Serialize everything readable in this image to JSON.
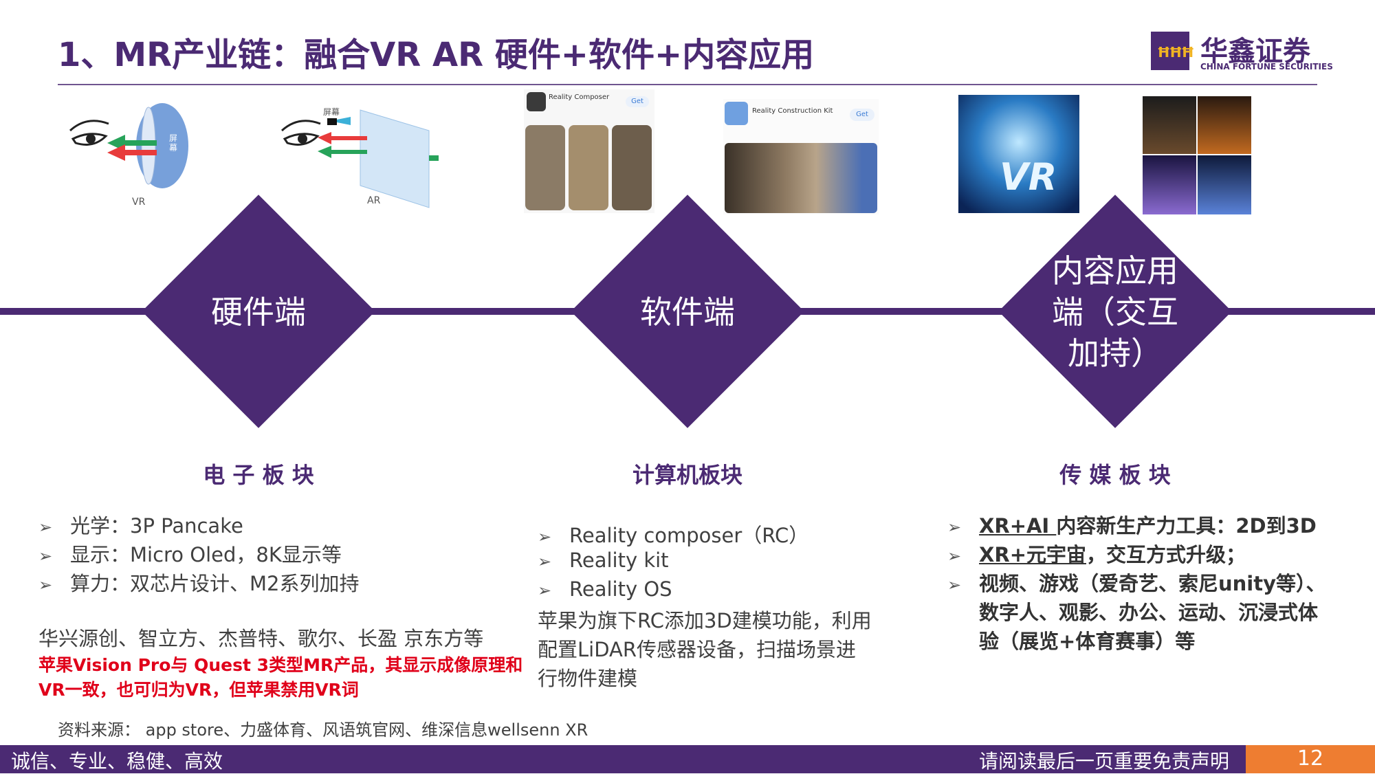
{
  "header": {
    "title": "1、MR产业链：融合VR AR 硬件+软件+内容应用",
    "logo_cn": "华鑫证券",
    "logo_en": "CHINA FORTUNE SECURITIES",
    "logo_mark": "ĦĦĦ"
  },
  "images": {
    "vr_caption": "VR",
    "ar_caption": "AR",
    "vr_screen_label": "屏幕",
    "ar_screen_label": "屏幕",
    "app1_title": "Reality Composer",
    "app2_title": "Reality Construction Kit",
    "get_label": "Get",
    "vr_banner_text": "VR"
  },
  "pillars": [
    {
      "label": "硬件端",
      "section": "电 子 板 块"
    },
    {
      "label": "软件端",
      "section": "计算机板块"
    },
    {
      "label": "内容应用端（交互加持）",
      "label_lines": [
        "内容应用",
        "端（交互",
        "加持）"
      ],
      "section": "传 媒 板 块"
    }
  ],
  "hardware": {
    "bullets": [
      "光学：3P Pancake",
      "显示：Micro Oled，8K显示等",
      "算力：双芯片设计、M2系列加持"
    ],
    "companies": "华兴源创、智立方、杰普特、歌尔、长盈 京东方等",
    "note_line1": "苹果Vision Pro与 Quest 3类型MR产品，其显示成像原理和",
    "note_line2": "VR一致，也可归为VR，但苹果禁用VR词"
  },
  "software": {
    "bullets": [
      "Reality composer（RC）",
      "Reality kit",
      "Reality OS"
    ],
    "desc_line1": "苹果为旗下RC添加3D建模功能，利用",
    "desc_line2": "配置LiDAR传感器设备，扫描场景进",
    "desc_line3": "行物件建模"
  },
  "content": {
    "b1_u": "XR+AI ",
    "b1_rest": "内容新生产力工具：2D到3D",
    "b2_u": "XR+元宇宙",
    "b2_rest": "，交互方式升级；",
    "b3_line1": "视频、游戏（爱奇艺、索尼unity等）、",
    "b3_line2": "数字人、观影、办公、运动、沉浸式体",
    "b3_line3": "验（展览+体育赛事）等"
  },
  "source": "资料来源： app store、力盛体育、风语筑官网、维深信息wellsenn XR",
  "footer": {
    "slogan": "诚信、专业、稳健、高效",
    "disclaimer": "请阅读最后一页重要免责声明",
    "page": "12"
  },
  "arrow_glyph": "➢",
  "colors": {
    "brand": "#4b2a73",
    "accent": "#ee7d31",
    "warning": "#e0001a"
  }
}
